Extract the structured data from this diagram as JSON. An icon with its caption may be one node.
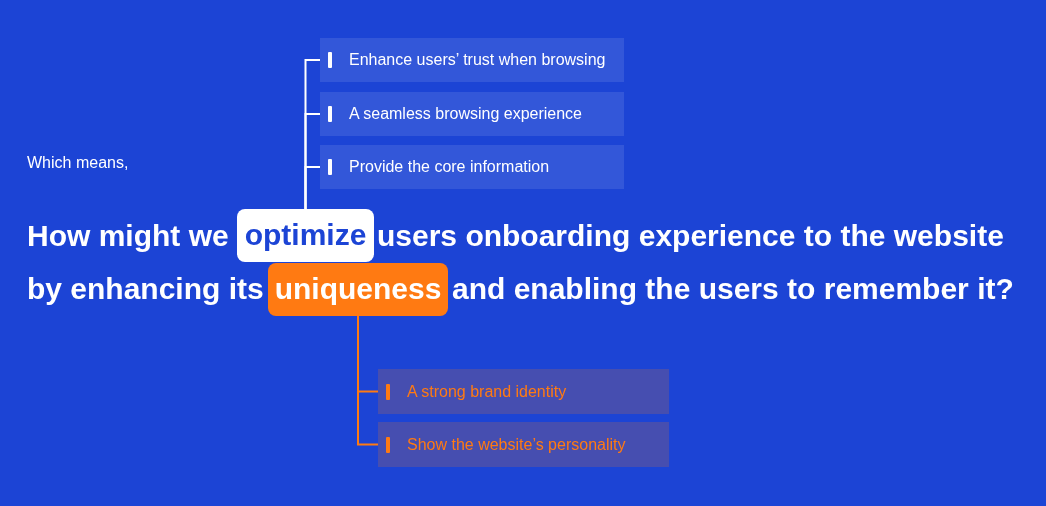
{
  "diagram": {
    "nodes": [
      {
        "text": [
          "optimize"
        ]
      },
      {
        "text": [
          "uniqueness"
        ]
      },
      {
        "text": [
          "Enhance users’ trust when browsing"
        ]
      },
      {
        "text": [
          "A seamless browsing experience"
        ]
      },
      {
        "text": [
          "Provide the core information"
        ]
      },
      {
        "text": [
          "A strong brand identity"
        ]
      },
      {
        "text": [
          "Show the website’s personality"
        ]
      }
    ],
    "edges": [
      {
        "from": 0,
        "to": 2,
        "arrow": "none"
      },
      {
        "from": 0,
        "to": 3,
        "arrow": "none"
      },
      {
        "from": 0,
        "to": 4,
        "arrow": "none"
      },
      {
        "from": 1,
        "to": 5,
        "arrow": "none",
        "color": "#ff7a12"
      },
      {
        "from": 1,
        "to": 6,
        "arrow": "none",
        "color": "#ff7a12"
      }
    ],
    "labels": [
      "Which means,",
      "How might we",
      "users onboarding experience to the website",
      "by enhancing its",
      "and enabling the users to remember it?"
    ]
  }
}
